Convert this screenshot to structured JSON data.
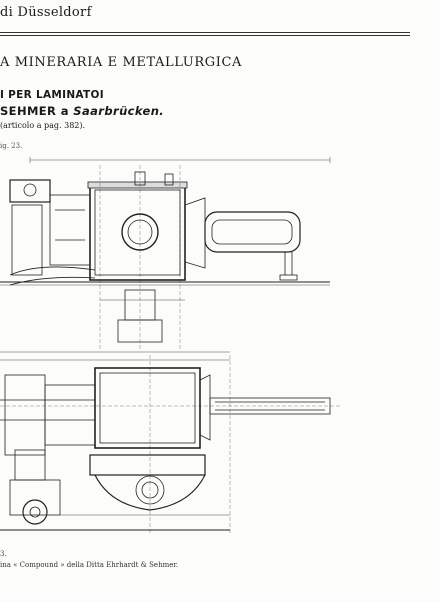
{
  "header": {
    "running_title": "di Düsseldorf"
  },
  "section": {
    "title": "A MINERARIA E METALLURGICA"
  },
  "article": {
    "subtitle_line1": "I PER LAMINATOI",
    "subtitle_line2_bold": "SEHMER a",
    "subtitle_line2_italic": "Saarbrücken.",
    "note": "(articolo a pag. 382)."
  },
  "figure": {
    "label_top": "ig. 23.",
    "caption_number": "3.",
    "caption_text": "ina « Compound » della Ditta Ehrhardt & Sehmer."
  }
}
